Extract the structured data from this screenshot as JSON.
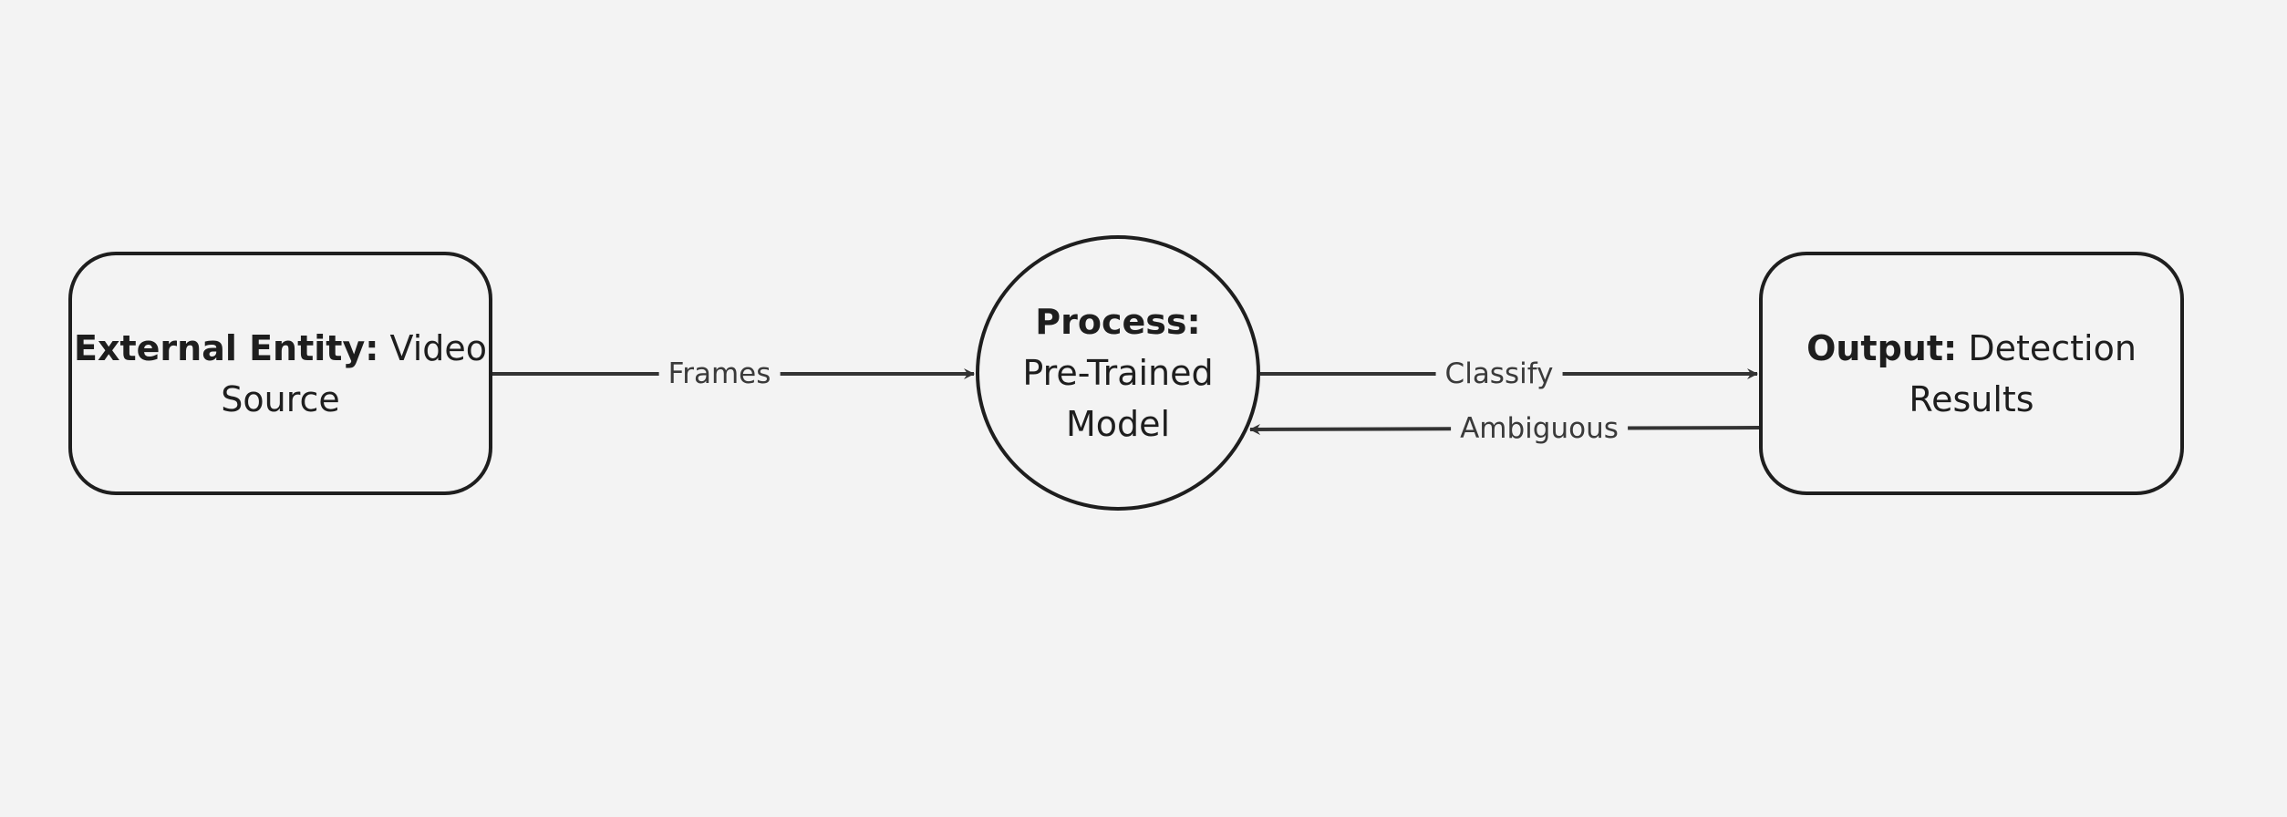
{
  "diagram": {
    "nodes": {
      "video_source": {
        "kind": "External Entity:",
        "name": "Video Source"
      },
      "model": {
        "kind": "Process:",
        "name": "Pre-Trained Model"
      },
      "results": {
        "kind": "Output:",
        "name": "Detection Results"
      }
    },
    "edges": {
      "frames": {
        "label": "Frames",
        "from": "video_source",
        "to": "model"
      },
      "classify": {
        "label": "Classify",
        "from": "model",
        "to": "results"
      },
      "ambiguous": {
        "label": "Ambiguous",
        "from": "results",
        "to": "model"
      }
    },
    "colors": {
      "background": "#f3f3f3",
      "stroke": "#1e1e1e",
      "edge_text": "#3a3a3a"
    }
  }
}
